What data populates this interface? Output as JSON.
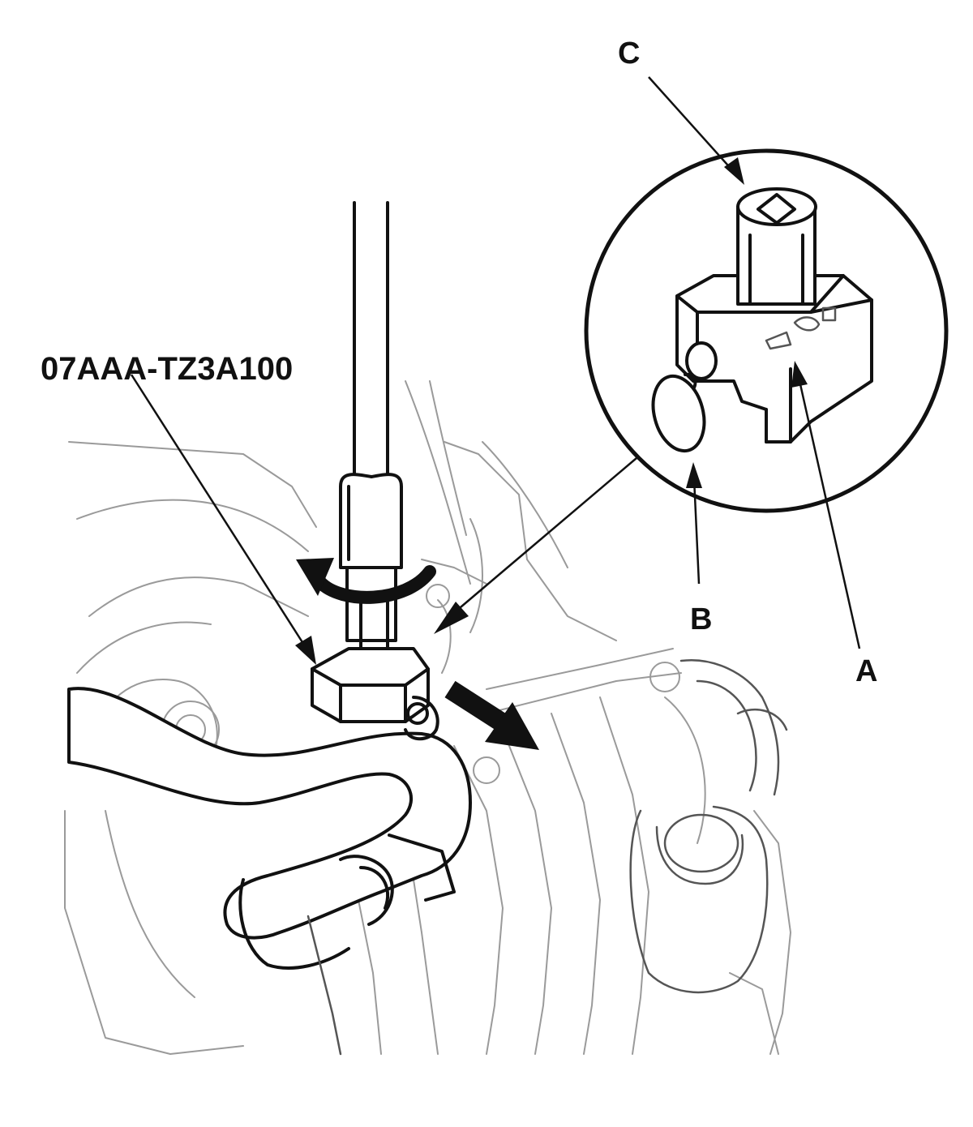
{
  "figure": {
    "tool_label": "07AAA-TZ3A100",
    "callouts": {
      "a": "A",
      "b": "B",
      "c": "C"
    },
    "line_color": "#111111",
    "background": "#ffffff"
  }
}
